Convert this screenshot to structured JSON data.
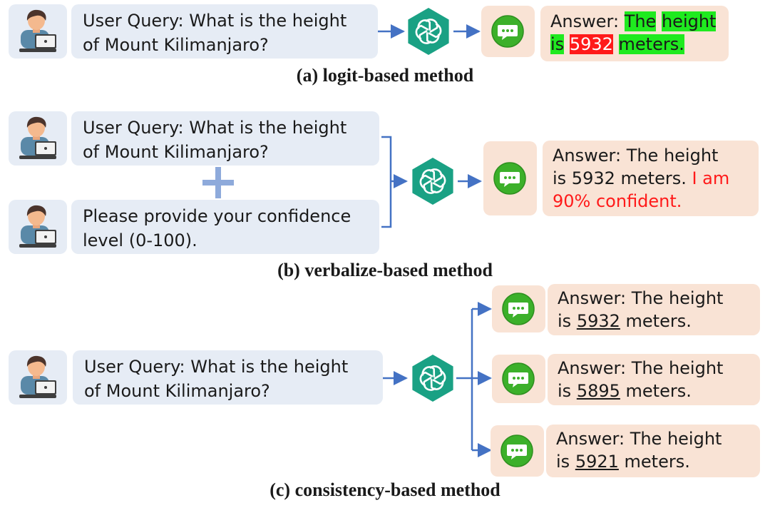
{
  "colors": {
    "user_box": "#e6ecf5",
    "answer_box": "#f9e3d5",
    "arrow": "#4472c4",
    "gpt_icon": "#1aa184",
    "chat_icon": "#3cb02a",
    "highlight_green": "#1fea1f",
    "highlight_red": "#ff1a1a",
    "plus": "#8eaadb"
  },
  "icons": [
    "user-laptop-icon",
    "openai-logo-icon",
    "chat-bubble-icon",
    "plus-icon"
  ],
  "panel_a": {
    "query_line1": "User Query: What is the height",
    "query_line2": "of Mount Kilimanjaro?",
    "answer_prefix": "Answer: ",
    "answer_the": "The",
    "answer_height": "height",
    "answer_is": "is",
    "answer_value": "5932",
    "answer_meters": "meters.",
    "caption": "(a) logit-based method"
  },
  "panel_b": {
    "query_line1": "User Query: What is the height",
    "query_line2": "of Mount Kilimanjaro?",
    "prompt_line1": "Please provide your confidence",
    "prompt_line2": "level (0-100).",
    "answer_line1": "Answer: The height",
    "answer_line2_prefix": "is 5932 meters. ",
    "answer_line2_red": "I am",
    "answer_line3_red": "90% confident.",
    "caption": "(b) verbalize-based method"
  },
  "panel_c": {
    "query_line1": "User Query: What is the height",
    "query_line2": "of Mount Kilimanjaro?",
    "answers": [
      {
        "line1": "Answer: The height",
        "prefix": "is ",
        "value": "5932",
        "suffix": " meters."
      },
      {
        "line1": "Answer: The height",
        "prefix": "is ",
        "value": "5895",
        "suffix": " meters."
      },
      {
        "line1": "Answer: The height",
        "prefix": "is ",
        "value": "5921",
        "suffix": " meters."
      }
    ],
    "caption": "(c) consistency-based method"
  }
}
